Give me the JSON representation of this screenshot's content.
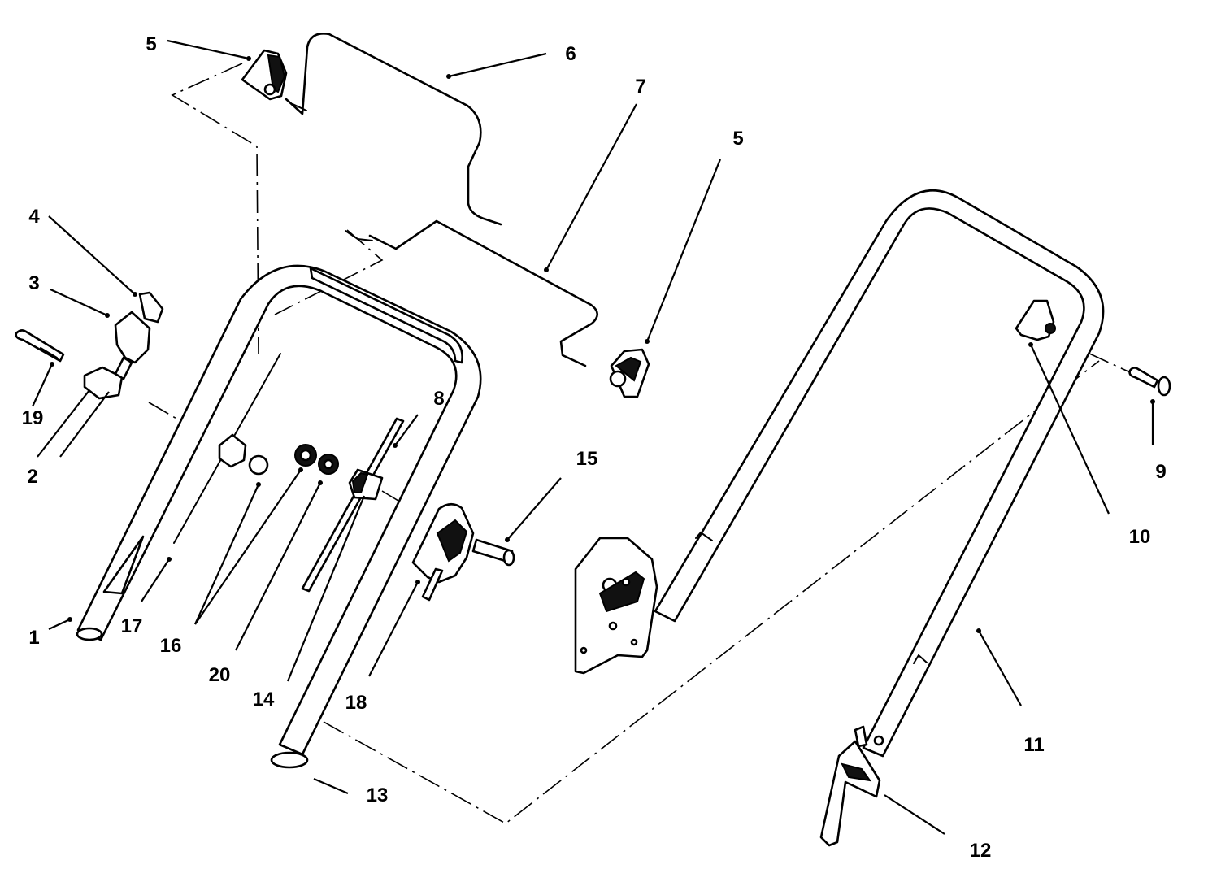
{
  "callouts": [
    {
      "id": "1",
      "text": "1"
    },
    {
      "id": "2",
      "text": "2"
    },
    {
      "id": "3",
      "text": "3"
    },
    {
      "id": "4",
      "text": "4"
    },
    {
      "id": "5a",
      "text": "5"
    },
    {
      "id": "5b",
      "text": "5"
    },
    {
      "id": "6",
      "text": "6"
    },
    {
      "id": "7",
      "text": "7"
    },
    {
      "id": "8",
      "text": "8"
    },
    {
      "id": "9",
      "text": "9"
    },
    {
      "id": "10",
      "text": "10"
    },
    {
      "id": "11",
      "text": "11"
    },
    {
      "id": "12",
      "text": "12"
    },
    {
      "id": "13",
      "text": "13"
    },
    {
      "id": "14",
      "text": "14"
    },
    {
      "id": "15",
      "text": "15"
    },
    {
      "id": "16",
      "text": "16"
    },
    {
      "id": "17",
      "text": "17"
    },
    {
      "id": "18",
      "text": "18"
    },
    {
      "id": "19",
      "text": "19"
    },
    {
      "id": "20",
      "text": "20"
    }
  ]
}
